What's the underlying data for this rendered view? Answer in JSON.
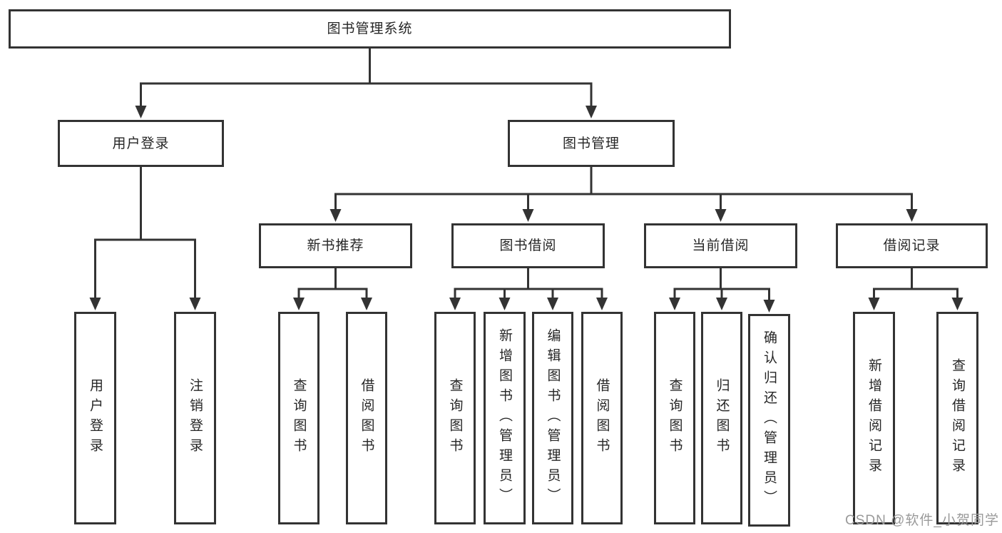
{
  "diagram": {
    "title": "图书管理系统",
    "line_color": "#333333",
    "box_fill": "#ffffff",
    "text_color": "#262626",
    "nodes": [
      {
        "id": "root",
        "label": "图书管理系统",
        "parent": null
      },
      {
        "id": "user-login",
        "label": "用户登录",
        "parent": "root"
      },
      {
        "id": "book-mgmt",
        "label": "图书管理",
        "parent": "root"
      },
      {
        "id": "login",
        "label": "用户登录",
        "parent": "user-login"
      },
      {
        "id": "logout",
        "label": "注销登录",
        "parent": "user-login"
      },
      {
        "id": "new-book-rec",
        "label": "新书推荐",
        "parent": "book-mgmt"
      },
      {
        "id": "book-borrow",
        "label": "图书借阅",
        "parent": "book-mgmt"
      },
      {
        "id": "current-borrow",
        "label": "当前借阅",
        "parent": "book-mgmt"
      },
      {
        "id": "borrow-record",
        "label": "借阅记录",
        "parent": "book-mgmt"
      },
      {
        "id": "nbr-query",
        "label": "查询图书",
        "parent": "new-book-rec"
      },
      {
        "id": "nbr-borrow",
        "label": "借阅图书",
        "parent": "new-book-rec"
      },
      {
        "id": "bb-query",
        "label": "查询图书",
        "parent": "book-borrow"
      },
      {
        "id": "bb-add",
        "label": "新增图书（管理员）",
        "parent": "book-borrow"
      },
      {
        "id": "bb-edit",
        "label": "编辑图书（管理员）",
        "parent": "book-borrow"
      },
      {
        "id": "bb-borrow",
        "label": "借阅图书",
        "parent": "book-borrow"
      },
      {
        "id": "cb-query",
        "label": "查询图书",
        "parent": "current-borrow"
      },
      {
        "id": "cb-return",
        "label": "归还图书",
        "parent": "current-borrow"
      },
      {
        "id": "cb-confirm",
        "label": "确认归还（管理员）",
        "parent": "current-borrow"
      },
      {
        "id": "br-add",
        "label": "新增借阅记录",
        "parent": "borrow-record"
      },
      {
        "id": "br-query",
        "label": "查询借阅记录",
        "parent": "borrow-record"
      }
    ]
  },
  "watermark": {
    "text": "CSDN @软件_小贺同学",
    "color": "#9a9a9a"
  }
}
